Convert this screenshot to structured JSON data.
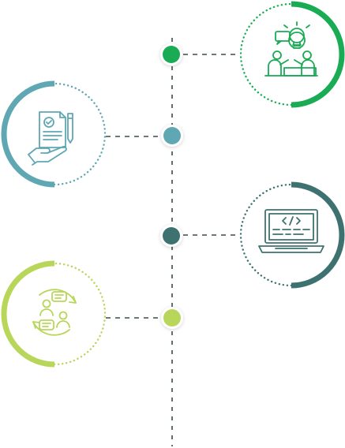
{
  "colors": {
    "step1": "#1aab55",
    "step2": "#5fa7b3",
    "step3": "#3e7270",
    "step4": "#b8d65a",
    "connector": "#3c4a4a"
  },
  "steps": [
    {
      "id": "ideation",
      "side": "right",
      "icon": "brainstorm-lightbulb-icon",
      "color_key": "step1"
    },
    {
      "id": "requirements",
      "side": "left",
      "icon": "signed-document-hand-icon",
      "color_key": "step2"
    },
    {
      "id": "development",
      "side": "right",
      "icon": "laptop-code-icon",
      "color_key": "step3"
    },
    {
      "id": "collaboration",
      "side": "left",
      "icon": "people-chat-cycle-icon",
      "color_key": "step4"
    }
  ]
}
